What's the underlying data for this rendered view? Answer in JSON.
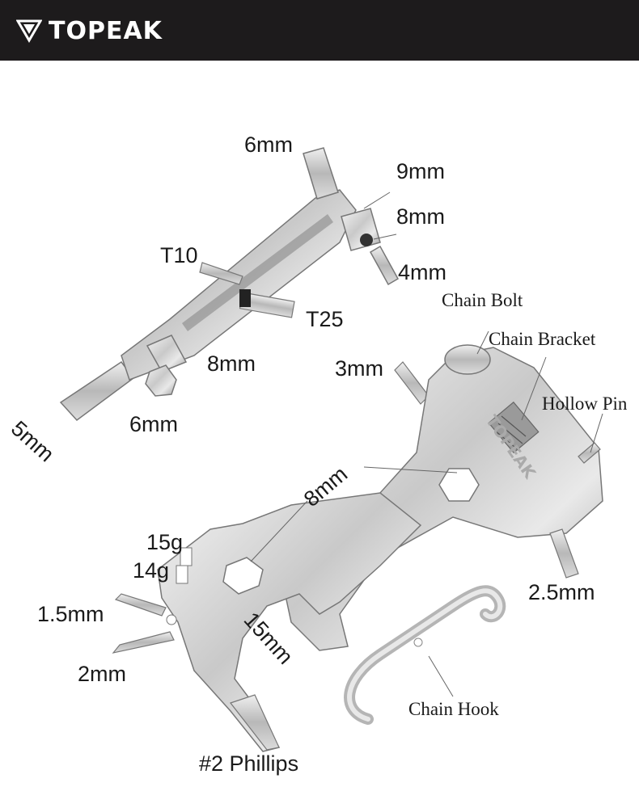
{
  "brand": {
    "name": "TOPEAK",
    "logo_icon": "topeak-triangle-logo",
    "header_color": "#1d1b1c"
  },
  "labels": {
    "hex_6mm_top": "6mm",
    "hex_9mm": "9mm",
    "hex_8mm_right": "8mm",
    "hex_4mm": "4mm",
    "torx_t10": "T10",
    "torx_t25": "T25",
    "hex_8mm_mid": "8mm",
    "hex_6mm_bottom": "6mm",
    "hex_5mm": "5mm",
    "hex_3mm": "3mm",
    "chain_bolt": "Chain Bolt",
    "chain_bracket": "Chain Bracket",
    "hollow_pin": "Hollow Pin",
    "wrench_8mm": "8mm",
    "spoke_15g": "15g",
    "spoke_14g": "14g",
    "hex_1_5mm": "1.5mm",
    "hex_2mm": "2mm",
    "wrench_15mm": "15mm",
    "hex_2_5mm": "2.5mm",
    "chain_hook": "Chain Hook",
    "phillips_2": "#2 Phillips"
  }
}
